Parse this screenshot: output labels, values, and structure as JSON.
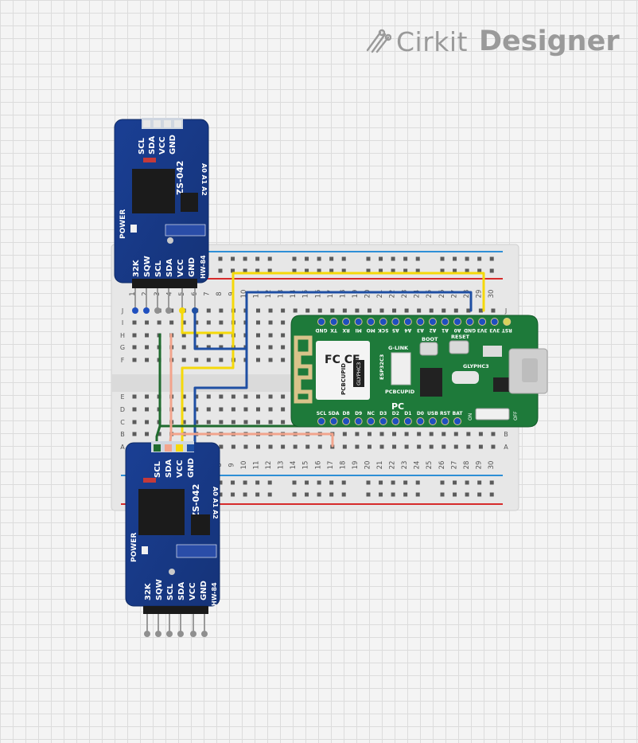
{
  "brand": {
    "name_part1": "Cirkit",
    "name_part2": "Designer",
    "icon": "cirkit-logo-icon"
  },
  "breadboard": {
    "column_numbers": [
      "1",
      "2",
      "3",
      "4",
      "5",
      "6",
      "7",
      "8",
      "9",
      "10",
      "11",
      "12",
      "13",
      "14",
      "15",
      "16",
      "17",
      "18",
      "19",
      "20",
      "21",
      "22",
      "23",
      "24",
      "25",
      "26",
      "27",
      "28",
      "29",
      "30"
    ],
    "row_letters_top": [
      "J",
      "I",
      "H",
      "G",
      "F"
    ],
    "row_letters_bottom": [
      "E",
      "D",
      "C",
      "B",
      "A"
    ]
  },
  "rtc_module": {
    "model": "ZS-042",
    "board_id": "HW-84",
    "power_label": "POWER",
    "address_label": "A0 A1 A2",
    "top_header_pins": [
      "SCL",
      "SDA",
      "VCC",
      "GND"
    ],
    "bottom_header_pins": [
      "32K",
      "SQW",
      "SCL",
      "SDA",
      "VCC",
      "GND"
    ]
  },
  "mcu_board": {
    "brand": "PCBCUPID",
    "model": "GLYPHC3",
    "chip": "ESP32C3",
    "connector_label": "G-LINK",
    "logo": "PC",
    "buttons": [
      "BOOT",
      "RESET"
    ],
    "top_pins": [
      "GND",
      "TX",
      "RX",
      "MI",
      "MO",
      "SCK",
      "A5",
      "A4",
      "A3",
      "A2",
      "A1",
      "A0",
      "GND",
      "3V3",
      "3V3",
      "RST"
    ],
    "bottom_pins": [
      "SCL",
      "SDA",
      "D8",
      "D9",
      "NC",
      "D3",
      "D2",
      "D1",
      "D0",
      "USB",
      "RST",
      "BAT"
    ],
    "switch_on": "ON",
    "switch_off": "OFF"
  },
  "wire_colors": {
    "yellow": "#f5d90a",
    "blue": "#1f4fa3",
    "green": "#1f6b2e",
    "salmon": "#f2a48c"
  }
}
